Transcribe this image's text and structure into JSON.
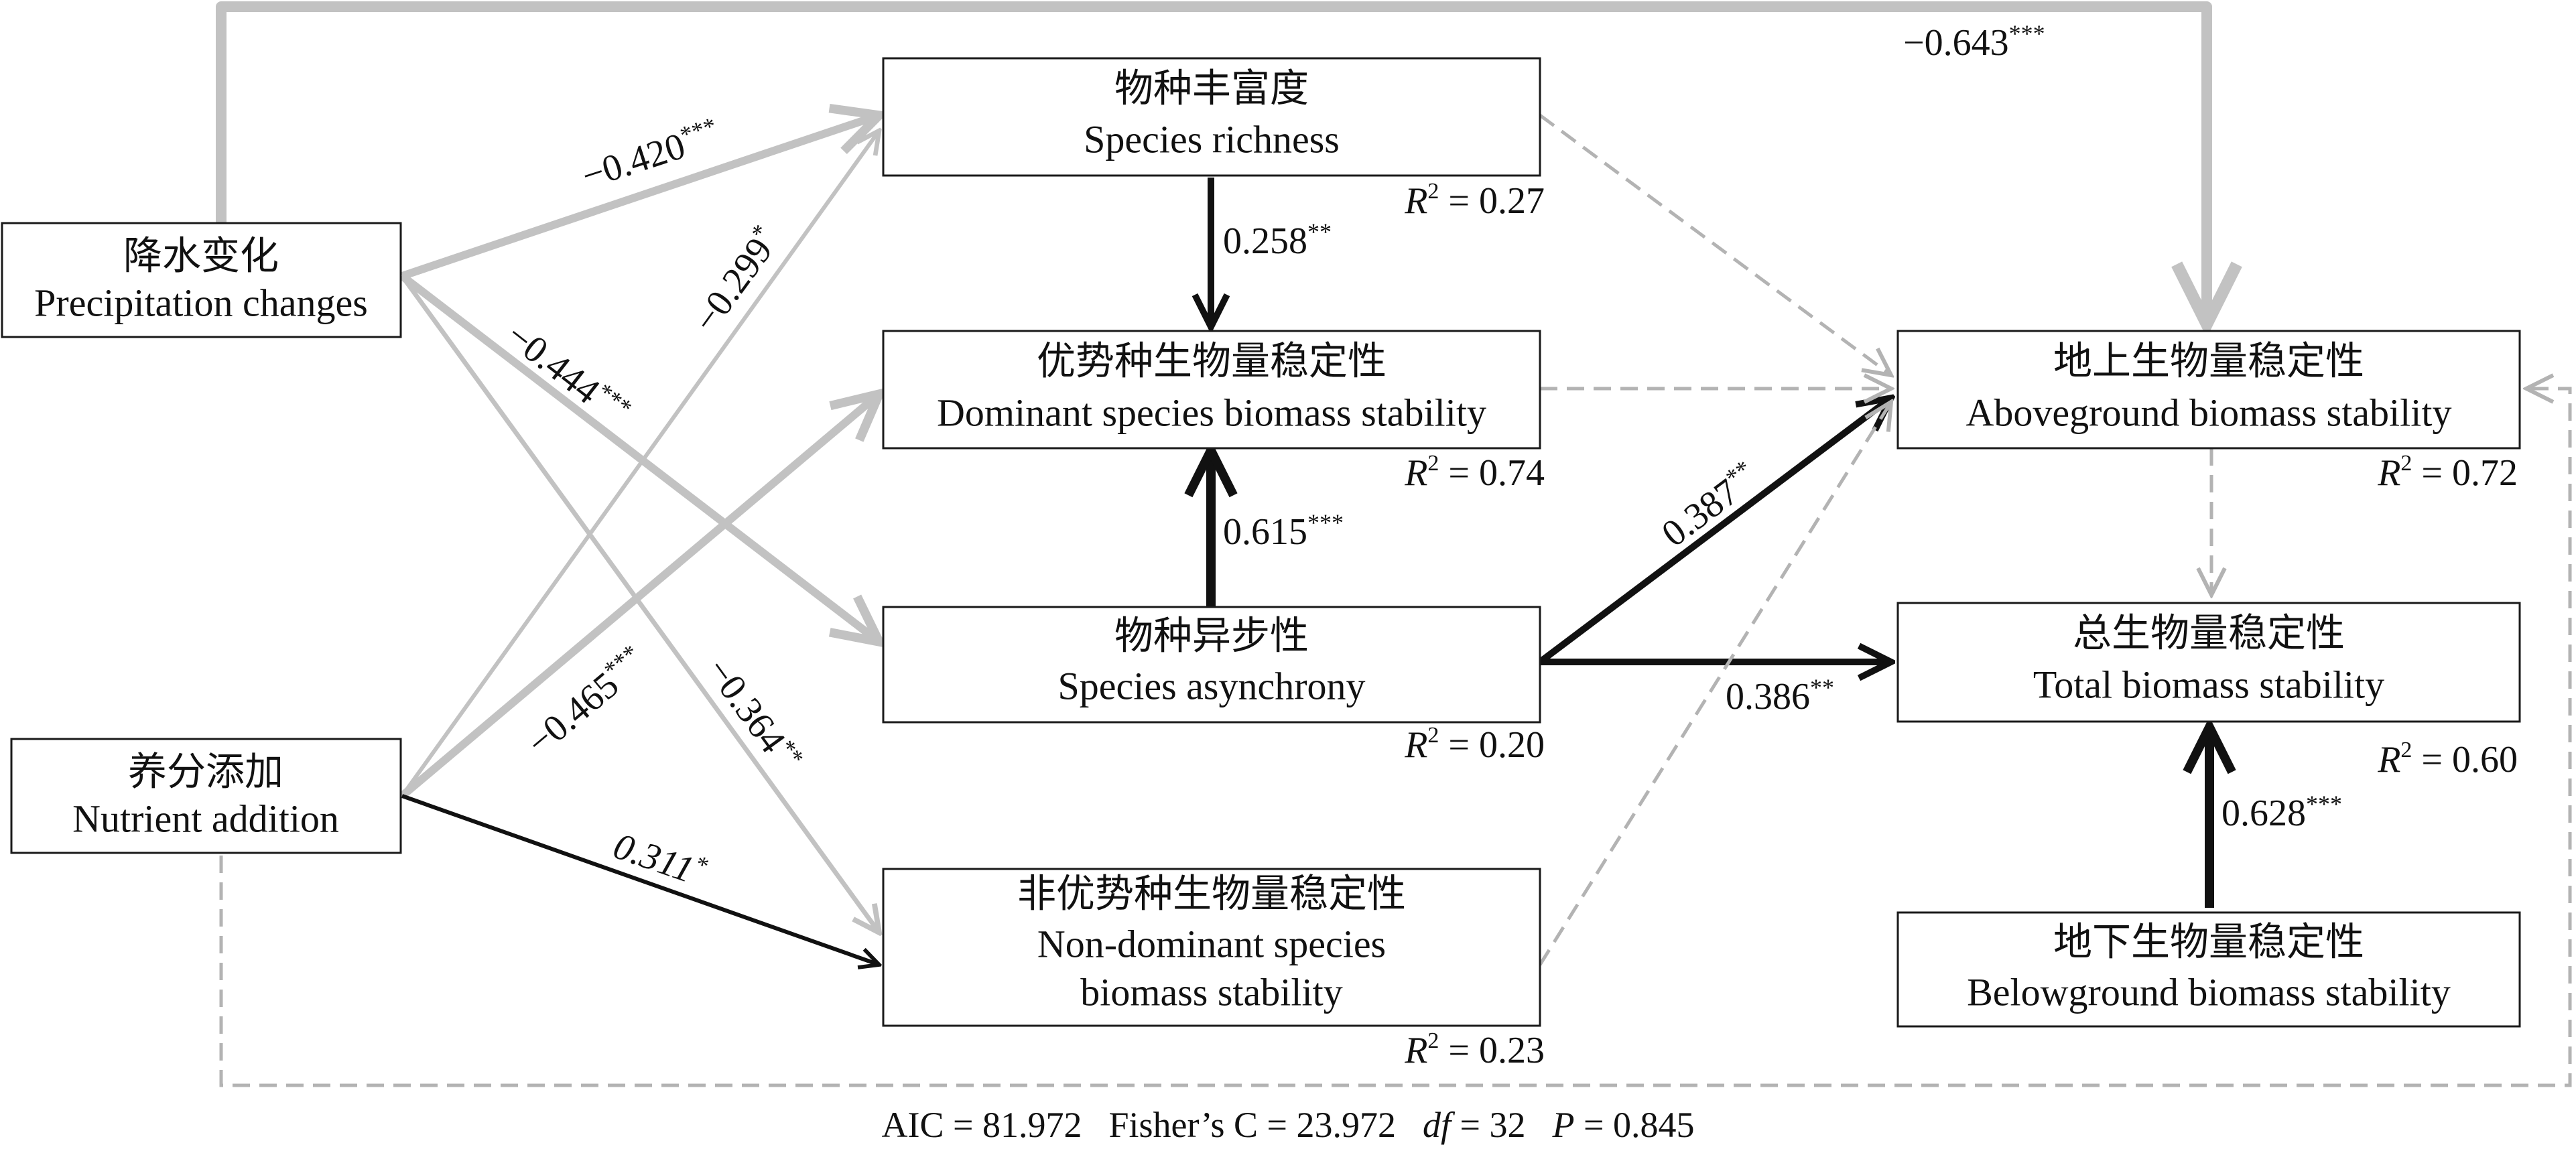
{
  "nodes": {
    "precip": {
      "zh": "降水变化",
      "en": "Precipitation changes"
    },
    "nutrient": {
      "zh": "养分添加",
      "en": "Nutrient addition"
    },
    "richness": {
      "zh": "物种丰富度",
      "en": "Species richness",
      "r2_label": "R",
      "r2_value": " = 0.27"
    },
    "dominant": {
      "zh": "优势种生物量稳定性",
      "en": "Dominant species biomass stability",
      "r2_label": "R",
      "r2_value": " = 0.74"
    },
    "asynchrony": {
      "zh": "物种异步性",
      "en": "Species asynchrony",
      "r2_label": "R",
      "r2_value": " = 0.20"
    },
    "nondominant": {
      "zh": "非优势种生物量稳定性",
      "en_line1": "Non-dominant species",
      "en_line2": "biomass stability",
      "r2_label": "R",
      "r2_value": " = 0.23"
    },
    "aboveground": {
      "zh": "地上生物量稳定性",
      "en": "Aboveground biomass stability",
      "r2_label": "R",
      "r2_value": " = 0.72"
    },
    "total": {
      "zh": "总生物量稳定性",
      "en": "Total biomass stability",
      "r2_label": "R",
      "r2_value": " = 0.60"
    },
    "belowground": {
      "zh": "地下生物量稳定性",
      "en": "Belowground biomass stability"
    }
  },
  "r2_superscript": "2",
  "paths": [
    {
      "id": "precip-aboveground",
      "value": "−0.643",
      "stars": "***",
      "style": "negative-significant"
    },
    {
      "id": "precip-richness",
      "value": "−0.420",
      "stars": "***",
      "style": "negative-significant"
    },
    {
      "id": "nutrient-richness",
      "value": "−0.299",
      "stars": "*",
      "style": "negative-significant"
    },
    {
      "id": "precip-asynchrony",
      "value": "−0.444",
      "stars": "***",
      "style": "negative-significant"
    },
    {
      "id": "nutrient-dominant",
      "value": "−0.465",
      "stars": "***",
      "style": "negative-significant"
    },
    {
      "id": "precip-nondominant",
      "value": "−0.364",
      "stars": "**",
      "style": "negative-significant"
    },
    {
      "id": "nutrient-nondominant",
      "value": "0.311",
      "stars": "*",
      "style": "positive-significant"
    },
    {
      "id": "richness-dominant",
      "value": "0.258",
      "stars": "**",
      "style": "positive-significant"
    },
    {
      "id": "asynchrony-dominant",
      "value": "0.615",
      "stars": "***",
      "style": "positive-significant"
    },
    {
      "id": "asynchrony-aboveground",
      "value": "0.387",
      "stars": "**",
      "style": "positive-significant"
    },
    {
      "id": "asynchrony-total",
      "value": "0.386",
      "stars": "**",
      "style": "positive-significant"
    },
    {
      "id": "belowground-total",
      "value": "0.628",
      "stars": "***",
      "style": "positive-significant"
    },
    {
      "id": "richness-aboveground",
      "style": "non-significant"
    },
    {
      "id": "dominant-aboveground",
      "style": "non-significant"
    },
    {
      "id": "nondominant-aboveground",
      "style": "non-significant"
    },
    {
      "id": "aboveground-total",
      "style": "non-significant"
    },
    {
      "id": "nutrient-aboveground",
      "style": "non-significant"
    }
  ],
  "fit": {
    "aic_label": "AIC = 81.972",
    "fisher_label": "Fisher’s C = 23.972",
    "df_label": "df",
    "df_value": " = 32",
    "p_label": "P",
    "p_value": " = 0.845"
  },
  "colors": {
    "positive": "#111111",
    "negative": "#c2c2c2",
    "nonsignificant": "#b3b3b3",
    "box_border": "#1a1a1a"
  }
}
